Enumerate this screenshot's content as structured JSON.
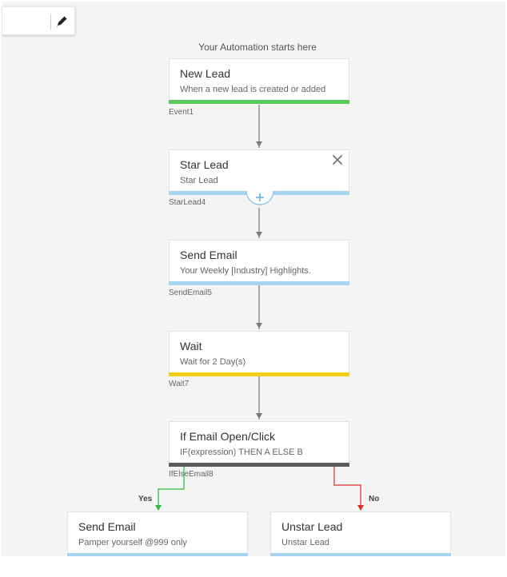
{
  "header": {
    "edit_icon": "pencil-icon",
    "start_label": "Your Automation starts here"
  },
  "nodes": [
    {
      "id": "Event1",
      "title": "New Lead",
      "subtitle": "When a new lead is created or added",
      "bar_color": "#5bc85a"
    },
    {
      "id": "StarLead4",
      "title": "Star Lead",
      "subtitle": "Star Lead",
      "bar_color": "#a5d3f0",
      "close_icon": "close-icon",
      "add_icon": "plus-icon"
    },
    {
      "id": "SendEmail5",
      "title": "Send Email",
      "subtitle": "Your Weekly [Industry] Highlights.",
      "bar_color": "#a5d3f0"
    },
    {
      "id": "Wait7",
      "title": "Wait",
      "subtitle": "Wait for 2 Day(s)",
      "bar_color": "#f2cd1a"
    },
    {
      "id": "IfElseEmail8",
      "title": "If Email Open/Click",
      "subtitle": "IF(expression) THEN A ELSE B",
      "bar_color": "#5a5a5a"
    }
  ],
  "branches": {
    "yes": {
      "label": "Yes",
      "color": "#2ebd3a",
      "node": {
        "title": "Send Email",
        "subtitle": "Pamper yourself @999 only",
        "bar_color": "#a5d3f0"
      }
    },
    "no": {
      "label": "No",
      "color": "#e02b2b",
      "node": {
        "title": "Unstar Lead",
        "subtitle": "Unstar Lead",
        "bar_color": "#a5d3f0"
      }
    }
  },
  "connector_color": "#7a7a7a"
}
